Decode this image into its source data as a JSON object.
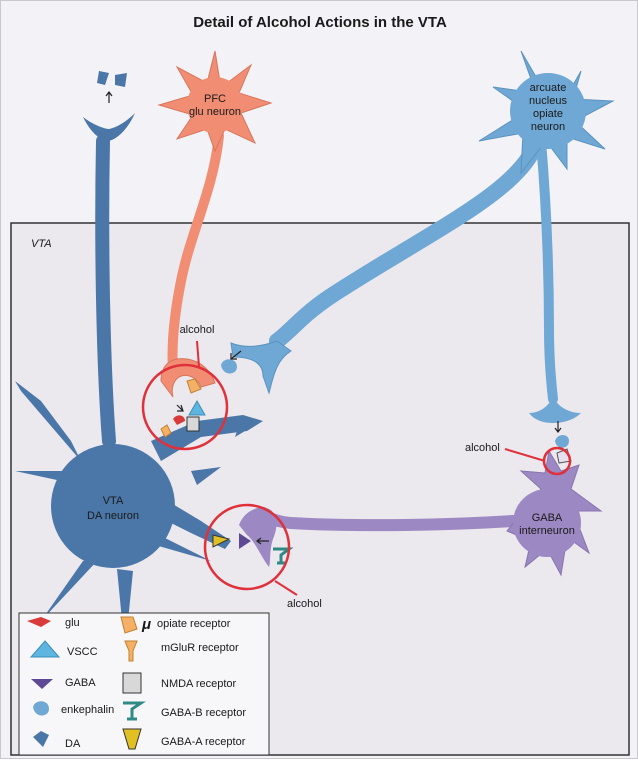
{
  "title": "Detail of Alcohol Actions in the VTA",
  "region_label": "VTA",
  "neurons": {
    "pfc": [
      "PFC",
      "glu neuron"
    ],
    "arcuate": [
      "arcuate",
      "nucleus",
      "opiate",
      "neuron"
    ],
    "vta_da": [
      "VTA",
      "DA neuron"
    ],
    "gaba": [
      "GABA",
      "interneuron"
    ]
  },
  "alcohol_labels": [
    "alcohol",
    "alcohol",
    "alcohol"
  ],
  "legend": {
    "left": [
      {
        "icon": "glu-icon",
        "label": "glu"
      },
      {
        "icon": "vscc-icon",
        "label": "VSCC"
      },
      {
        "icon": "gaba-icon",
        "label": "GABA"
      },
      {
        "icon": "enkephalin-icon",
        "label": "enkephalin"
      },
      {
        "icon": "da-icon",
        "label": "DA"
      }
    ],
    "right": [
      {
        "icon": "opiate-receptor-icon",
        "label": "opiate receptor",
        "symbol": "μ"
      },
      {
        "icon": "mglur-receptor-icon",
        "label": "mGluR receptor"
      },
      {
        "icon": "nmda-receptor-icon",
        "label": "NMDA receptor"
      },
      {
        "icon": "gaba-b-receptor-icon",
        "label": "GABA-B receptor"
      },
      {
        "icon": "gaba-a-receptor-icon",
        "label": "GABA-A receptor"
      }
    ]
  },
  "colors": {
    "da_neuron": "#4a77a8",
    "pfc_neuron": "#f08d73",
    "arcuate_neuron": "#6fa8d4",
    "gaba_neuron": "#9c88c2",
    "alcohol_circle": "#e0303a",
    "vta_region": "#ebe8ee"
  }
}
